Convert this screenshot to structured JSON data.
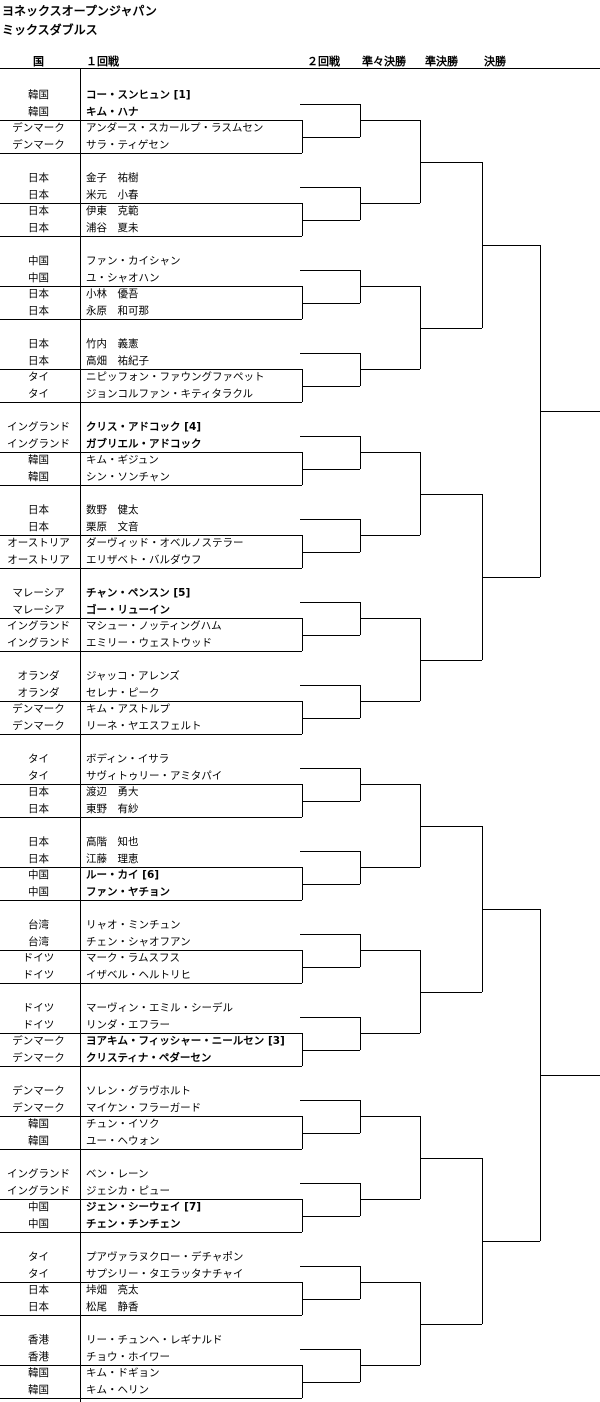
{
  "title": "ヨネックスオープンジャパン",
  "subtitle": "ミックスダブルス",
  "headers": {
    "country": "国",
    "round1": "１回戦",
    "round2": "２回戦",
    "quarterfinal": "準々決勝",
    "semifinal": "準決勝",
    "final": "決勝"
  },
  "entries": [
    {
      "countries": [
        "韓国",
        "韓国"
      ],
      "players": [
        "コー・スンヒュン [1]",
        "キム・ハナ"
      ],
      "seeded": true
    },
    {
      "countries": [
        "デンマーク",
        "デンマーク"
      ],
      "players": [
        "アンダース・スカールプ・ラスムセン",
        "サラ・ティゲセン"
      ],
      "seeded": false
    },
    {
      "countries": [
        "日本",
        "日本"
      ],
      "players": [
        "金子　祐樹",
        "米元　小春"
      ],
      "seeded": false
    },
    {
      "countries": [
        "日本",
        "日本"
      ],
      "players": [
        "伊東　克範",
        "浦谷　夏未"
      ],
      "seeded": false
    },
    {
      "countries": [
        "中国",
        "中国"
      ],
      "players": [
        "ファン・カイシャン",
        "ユ・シャオハン"
      ],
      "seeded": false
    },
    {
      "countries": [
        "日本",
        "日本"
      ],
      "players": [
        "小林　優吾",
        "永原　和可那"
      ],
      "seeded": false
    },
    {
      "countries": [
        "日本",
        "日本"
      ],
      "players": [
        "竹内　義憲",
        "高畑　祐紀子"
      ],
      "seeded": false
    },
    {
      "countries": [
        "タイ",
        "タイ"
      ],
      "players": [
        "ニピッフォン・ファウングファペット",
        "ジョンコルファン・キティタラクル"
      ],
      "seeded": false
    },
    {
      "countries": [
        "イングランド",
        "イングランド"
      ],
      "players": [
        "クリス・アドコック [4]",
        "ガブリエル・アドコック"
      ],
      "seeded": true
    },
    {
      "countries": [
        "韓国",
        "韓国"
      ],
      "players": [
        "キム・ギジュン",
        "シン・ソンチャン"
      ],
      "seeded": false
    },
    {
      "countries": [
        "日本",
        "日本"
      ],
      "players": [
        "数野　健太",
        "栗原　文音"
      ],
      "seeded": false
    },
    {
      "countries": [
        "オーストリア",
        "オーストリア"
      ],
      "players": [
        "ダーヴィッド・オベルノステラー",
        "エリザベト・バルダウフ"
      ],
      "seeded": false
    },
    {
      "countries": [
        "マレーシア",
        "マレーシア"
      ],
      "players": [
        "チャン・ペンスン [5]",
        "ゴー・リューイン"
      ],
      "seeded": true
    },
    {
      "countries": [
        "イングランド",
        "イングランド"
      ],
      "players": [
        "マシュー・ノッティングハム",
        "エミリー・ウェストウッド"
      ],
      "seeded": false
    },
    {
      "countries": [
        "オランダ",
        "オランダ"
      ],
      "players": [
        "ジャッコ・アレンズ",
        "セレナ・ピーク"
      ],
      "seeded": false
    },
    {
      "countries": [
        "デンマーク",
        "デンマーク"
      ],
      "players": [
        "キム・アストルプ",
        "リーネ・ヤエスフェルト"
      ],
      "seeded": false
    },
    {
      "countries": [
        "タイ",
        "タイ"
      ],
      "players": [
        "ボディン・イサラ",
        "サヴィトゥリー・アミタパイ"
      ],
      "seeded": false
    },
    {
      "countries": [
        "日本",
        "日本"
      ],
      "players": [
        "渡辺　勇大",
        "東野　有紗"
      ],
      "seeded": false
    },
    {
      "countries": [
        "日本",
        "日本"
      ],
      "players": [
        "高階　知也",
        "江藤　理恵"
      ],
      "seeded": false
    },
    {
      "countries": [
        "中国",
        "中国"
      ],
      "players": [
        "ルー・カイ [6]",
        "ファン・ヤチョン"
      ],
      "seeded": true
    },
    {
      "countries": [
        "台湾",
        "台湾"
      ],
      "players": [
        "リャオ・ミンチュン",
        "チェン・シャオフアン"
      ],
      "seeded": false
    },
    {
      "countries": [
        "ドイツ",
        "ドイツ"
      ],
      "players": [
        "マーク・ラムスフス",
        "イザベル・ヘルトリヒ"
      ],
      "seeded": false
    },
    {
      "countries": [
        "ドイツ",
        "ドイツ"
      ],
      "players": [
        "マーヴィン・エミル・シーデル",
        "リンダ・エフラー"
      ],
      "seeded": false
    },
    {
      "countries": [
        "デンマーク",
        "デンマーク"
      ],
      "players": [
        "ヨアキム・フィッシャー・ニールセン [3]",
        "クリスティナ・ペダーセン"
      ],
      "seeded": true
    },
    {
      "countries": [
        "デンマーク",
        "デンマーク"
      ],
      "players": [
        "ソレン・グラヴホルト",
        "マイケン・フラーガード"
      ],
      "seeded": false
    },
    {
      "countries": [
        "韓国",
        "韓国"
      ],
      "players": [
        "チュン・イソク",
        "ユー・ヘウォン"
      ],
      "seeded": false
    },
    {
      "countries": [
        "イングランド",
        "イングランド"
      ],
      "players": [
        "ベン・レーン",
        "ジェシカ・ピュー"
      ],
      "seeded": false
    },
    {
      "countries": [
        "中国",
        "中国"
      ],
      "players": [
        "ジェン・シーウェイ [7]",
        "チェン・チンチェン"
      ],
      "seeded": true
    },
    {
      "countries": [
        "タイ",
        "タイ"
      ],
      "players": [
        "プアヴァラヌクロー・デチャポン",
        "サプシリー・タエラッタナチャイ"
      ],
      "seeded": false
    },
    {
      "countries": [
        "日本",
        "日本"
      ],
      "players": [
        "垰畑　亮太",
        "松尾　静香"
      ],
      "seeded": false
    },
    {
      "countries": [
        "香港",
        "香港"
      ],
      "players": [
        "リー・チュンヘ・レギナルド",
        "チョウ・ホイワー"
      ],
      "seeded": false
    },
    {
      "countries": [
        "韓国",
        "韓国"
      ],
      "players": [
        "キム・ドギョン",
        "キム・ヘリン"
      ],
      "seeded": false
    }
  ]
}
